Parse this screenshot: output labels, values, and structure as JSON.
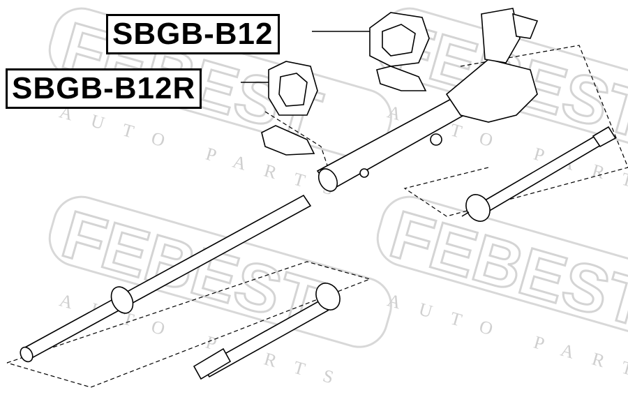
{
  "labels": {
    "part_1": "SBGB-B12",
    "part_2": "SBGB-B12R"
  },
  "watermark": {
    "brand": "FEBEST",
    "tagline": "AUTO PARTS"
  }
}
